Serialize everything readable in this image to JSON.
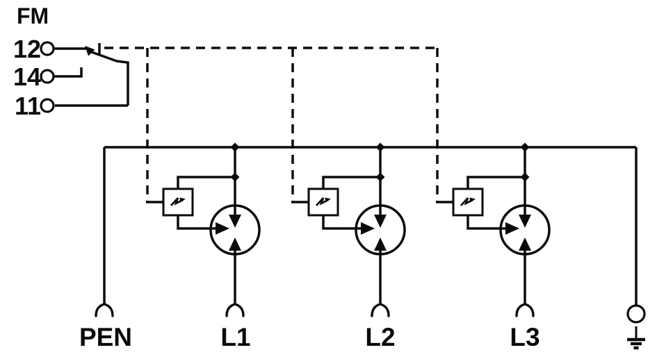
{
  "colors": {
    "line": "#0b0b0b",
    "background": "#ffffff"
  },
  "remote_signal_contact": {
    "label": "FM",
    "terminal_nc": "12",
    "terminal_no": "14",
    "terminal_common": "11"
  },
  "bottom_terminals": {
    "pen": "PEN",
    "phases": [
      "L1",
      "L2",
      "L3"
    ]
  }
}
